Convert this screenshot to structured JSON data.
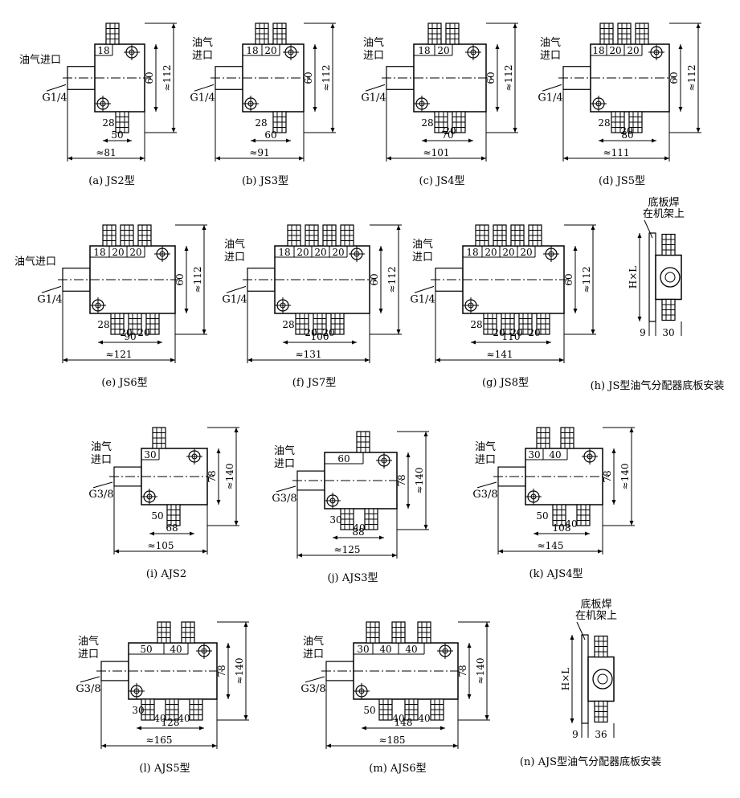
{
  "labels": {
    "inlet": "油气进口",
    "inlet_line1": "油气",
    "inlet_line2": "进口",
    "plate1": "底板焊",
    "plate2": "在机架上",
    "hxl": "H×L"
  },
  "threads": {
    "js": "G1/4",
    "ajs": "G3/8"
  },
  "common_dims": {
    "js_h": "60",
    "js_total_h": "≈112",
    "ajs_h": "78",
    "ajs_total_h": "≈140"
  },
  "captions": {
    "a": "(a) JS2型",
    "b": "(b) JS3型",
    "c": "(c) JS4型",
    "d": "(d) JS5型",
    "e": "(e) JS6型",
    "f": "(f) JS7型",
    "g": "(g) JS8型",
    "h": "(h) JS型油气分配器底板安装",
    "i": "(i) AJS2",
    "j": "(j) AJS3型",
    "k": "(k) AJS4型",
    "l": "(l) AJS5型",
    "m": "(m) AJS6型",
    "n": "(n) AJS型油气分配器底板安装"
  },
  "dims": {
    "a": {
      "top": [
        "18"
      ],
      "bottom": [
        "28"
      ],
      "inner": "50",
      "overall": "≈81"
    },
    "b": {
      "top": [
        "18",
        "20"
      ],
      "bottom": [
        "28"
      ],
      "inner": "60",
      "overall": "≈91"
    },
    "c": {
      "top": [
        "18",
        "20"
      ],
      "bottom": [
        "28",
        "20"
      ],
      "inner": "70",
      "overall": "≈101"
    },
    "d": {
      "top": [
        "18",
        "20",
        "20"
      ],
      "bottom": [
        "28",
        "20"
      ],
      "inner": "80",
      "overall": "≈111"
    },
    "e": {
      "top": [
        "18",
        "20",
        "20"
      ],
      "bottom": [
        "28",
        "20",
        "20"
      ],
      "inner": "90",
      "overall": "≈121"
    },
    "f": {
      "top": [
        "18",
        "20",
        "20",
        "20"
      ],
      "bottom": [
        "28",
        "20",
        "20"
      ],
      "inner": "100",
      "overall": "≈131"
    },
    "g": {
      "top": [
        "18",
        "20",
        "20",
        "20"
      ],
      "bottom": [
        "28",
        "20",
        "20",
        "20"
      ],
      "inner": "110",
      "overall": "≈141"
    },
    "h": {
      "left": "9",
      "width": "30"
    },
    "i": {
      "top": [
        "30"
      ],
      "bottom": [
        "50"
      ],
      "inner": "68",
      "overall": "≈105"
    },
    "j": {
      "top": [
        "60"
      ],
      "bottom": [
        "30",
        "40"
      ],
      "inner": "88",
      "overall": "≈125"
    },
    "k": {
      "top": [
        "30",
        "40"
      ],
      "bottom": [
        "50",
        "40"
      ],
      "inner": "108",
      "overall": "≈145"
    },
    "l": {
      "top": [
        "50",
        "40"
      ],
      "bottom": [
        "30",
        "40",
        "40"
      ],
      "inner": "128",
      "overall": "≈165"
    },
    "m": {
      "top": [
        "30",
        "40",
        "40"
      ],
      "bottom": [
        "50",
        "40",
        "40"
      ],
      "inner": "148",
      "overall": "≈185"
    },
    "n": {
      "left": "9",
      "width": "36"
    }
  }
}
